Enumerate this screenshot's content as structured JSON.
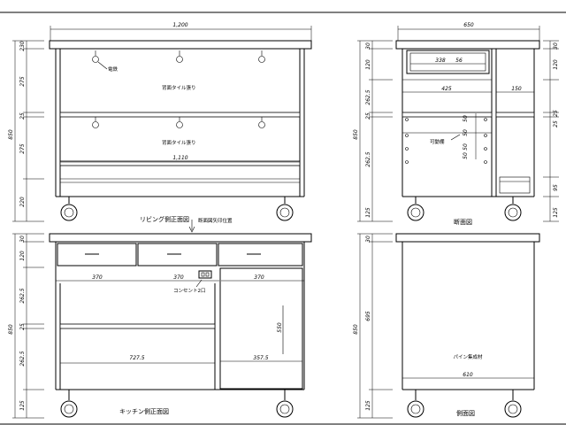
{
  "titles": {
    "living_front": "リビング側正面図",
    "section": "断面図",
    "kitchen_front": "キッチン側正面図",
    "side": "側面図"
  },
  "notes": {
    "section_mark": "断面図矢印位置",
    "hook": "電鉄",
    "tile_upper": "背面タイル張り",
    "tile_lower": "背面タイル張り",
    "movable_shelf": "可動棚",
    "outlet": "コンセント2口",
    "pine": "パイン集成材"
  },
  "dims": {
    "living_width": "1,200",
    "living_inner": "1,110",
    "living_v": [
      "230",
      "275",
      "25",
      "275",
      "220"
    ],
    "living_total": "850",
    "section_width": "650",
    "section_a": "338",
    "section_b": "56",
    "section_c": "425",
    "section_d": "150",
    "section_v": [
      "30",
      "120",
      "262.5",
      "25",
      "262.5",
      "125"
    ],
    "section_total": "850",
    "section_right_v": [
      "30",
      "120",
      "25",
      "25",
      "95",
      "125"
    ],
    "shelf_pitch": [
      "50",
      "50",
      "50",
      "50"
    ],
    "kitchen_drawers": [
      "370",
      "370",
      "370"
    ],
    "kitchen_v": [
      "30",
      "120",
      "262.5",
      "25",
      "262.5",
      "125"
    ],
    "kitchen_total": "850",
    "kitchen_left": "727.5",
    "kitchen_right": "357.5",
    "kitchen_door": "550",
    "side_v": [
      "30",
      "695",
      "125"
    ],
    "side_total": "850",
    "side_width": "610"
  }
}
